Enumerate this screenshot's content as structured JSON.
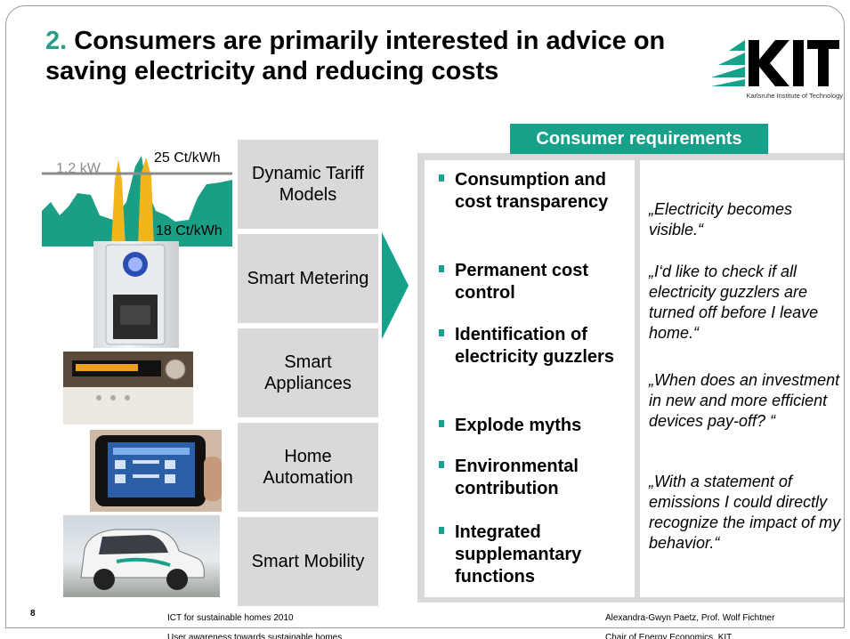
{
  "title": {
    "number": "2.",
    "text": "Consumers are primarily interested in advice on saving electricity and reducing costs"
  },
  "logo": {
    "name": "KIT",
    "tagline": "Karlsruhe Institute of Technology"
  },
  "tariff_chart": {
    "label_power": "1,2 kW",
    "label_high": "25 Ct/kWh",
    "label_low": "18 Ct/kWh",
    "colors": {
      "area": "#1a9e84",
      "peak": "#f2b51c",
      "line": "#8c8c8c"
    }
  },
  "categories": [
    {
      "label": "Dynamic Tariff Models"
    },
    {
      "label": "Smart Metering"
    },
    {
      "label": "Smart Appliances"
    },
    {
      "label": "Home Automation"
    },
    {
      "label": "Smart Mobility"
    }
  ],
  "requirements": {
    "header": "Consumer requirements",
    "items": [
      "Consumption and cost transparency",
      "Permanent cost control",
      "Identification of electricity guzzlers",
      "Explode myths",
      "Environmental contribution",
      "Integrated supplemantary functions"
    ],
    "quotes": [
      "„Electricity becomes visible.“",
      "„I‘d like to check if all electricity guzzlers are turned off before I leave home.“",
      "„When does an investment in new and more efficient devices pay-off? “",
      "„With a statement of emissions I could directly recognize the impact of my behavior.“"
    ]
  },
  "footer": {
    "page_number": "8",
    "conference": "ICT for sustainable homes 2010",
    "subtitle": "User awareness towards sustainable homes",
    "author": "Alexandra-Gwyn Paetz, Prof. Wolf Fichtner",
    "affiliation": "Chair of Energy Economics, KIT"
  },
  "accent_color": "#17a08a"
}
